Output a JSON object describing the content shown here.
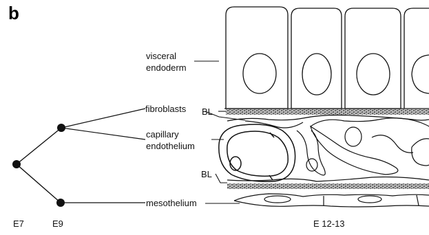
{
  "panel_label": "b",
  "labels": {
    "visceral_endoderm_1": "visceral",
    "visceral_endoderm_2": "endoderm",
    "fibroblasts": "fibroblasts",
    "bl_top": "BL",
    "capillary_1": "capillary",
    "capillary_2": "endothelium",
    "bl_bottom": "BL",
    "mesothelium": "mesothelium"
  },
  "stages": {
    "e7": "E7",
    "e9": "E9",
    "e12": "E 12-13"
  }
}
